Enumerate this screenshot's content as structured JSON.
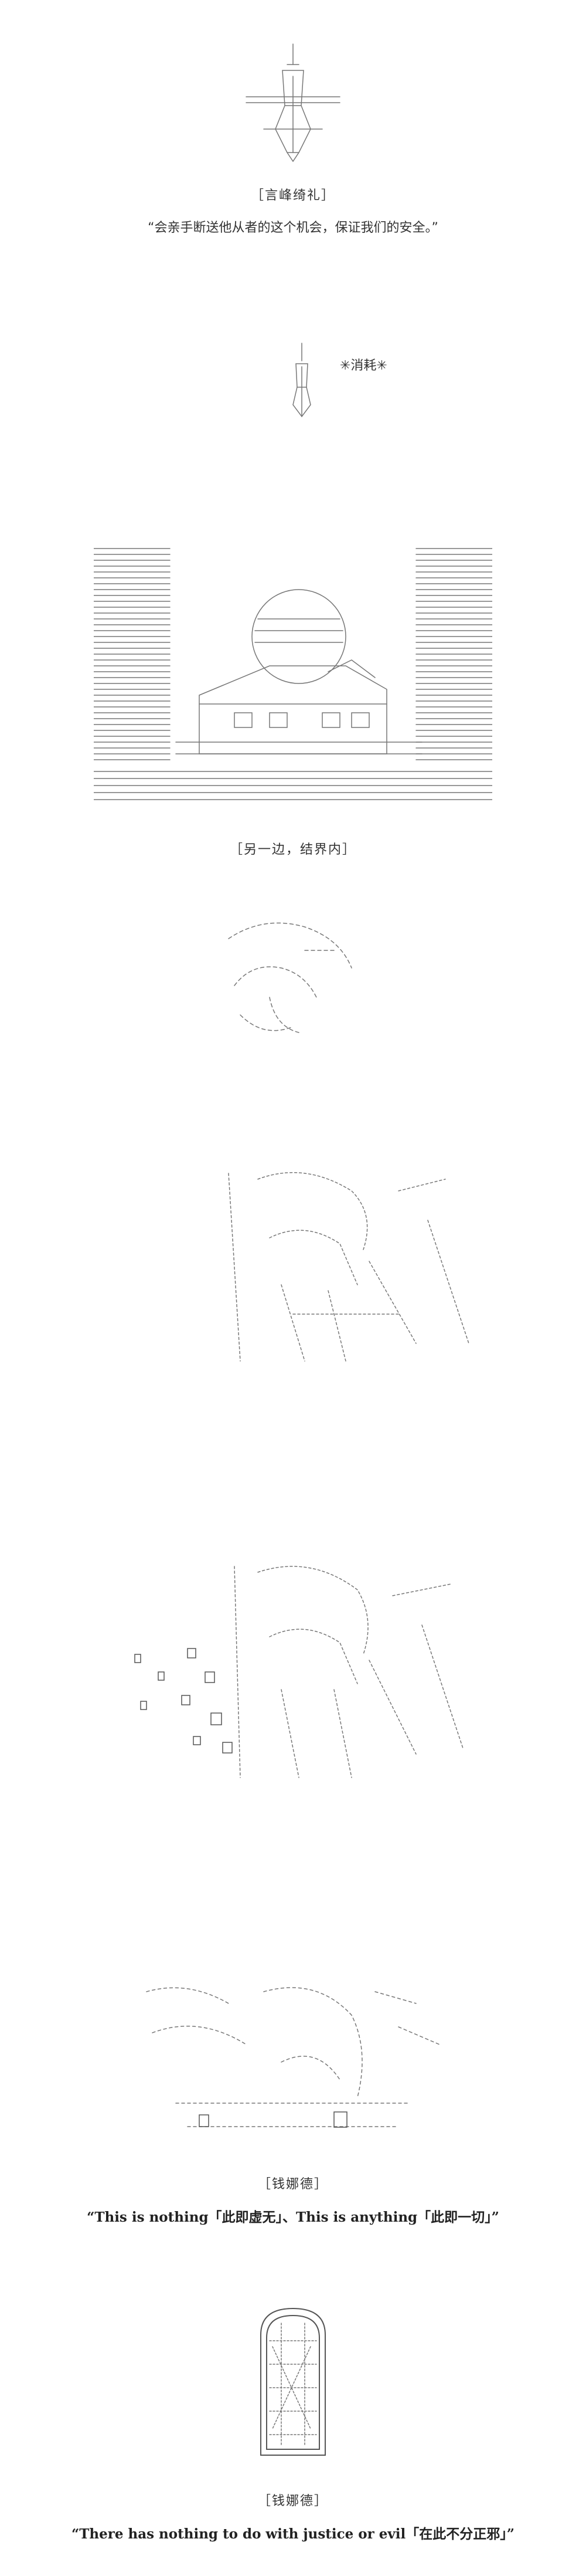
{
  "sections": [
    {
      "kind": "figure",
      "name": "kotomine-figure-top"
    },
    {
      "kind": "caption",
      "name_label": "［言峰绮礼］",
      "quote": "“会亲手断送他从者的这个机会，保证我们的安全。”"
    },
    {
      "kind": "figure",
      "name": "kotomine-figure-small",
      "tag": "✳消耗✳"
    },
    {
      "kind": "scene",
      "name": "house-scene",
      "label": "［另一边，结界内］"
    },
    {
      "kind": "figure",
      "name": "face-closeup"
    },
    {
      "kind": "figure",
      "name": "figure-ascii-1"
    },
    {
      "kind": "figure",
      "name": "figure-ascii-2"
    },
    {
      "kind": "figure",
      "name": "figure-ascii-3"
    },
    {
      "kind": "caption",
      "name_label": "［钱娜德］",
      "quote_prefix": "“This is nothing「此即虚无」、This is anything「此即一切」”"
    },
    {
      "kind": "figure",
      "name": "arch-window"
    },
    {
      "kind": "caption",
      "name_label": "［钱娜德］",
      "quote_final": "“There has nothing to do with justice or evil「在此不分正邪」”"
    }
  ],
  "texts": {
    "kotomine_name": "［言峰绮礼］",
    "kotomine_quote": "“会亲手断送他从者的这个机会，保证我们的安全。”",
    "consume_tag": "✳消耗✳",
    "barrier_label": "［另一边，结界内］",
    "qiannade_name_1": "［钱娜德］",
    "quote_nothing": "“This is nothing「此即虚无」、This is anything「此即一切」”",
    "qiannade_name_2": "［钱娜德］",
    "quote_justice": "“There has nothing to do with justice or evil「在此不分正邪」”"
  }
}
